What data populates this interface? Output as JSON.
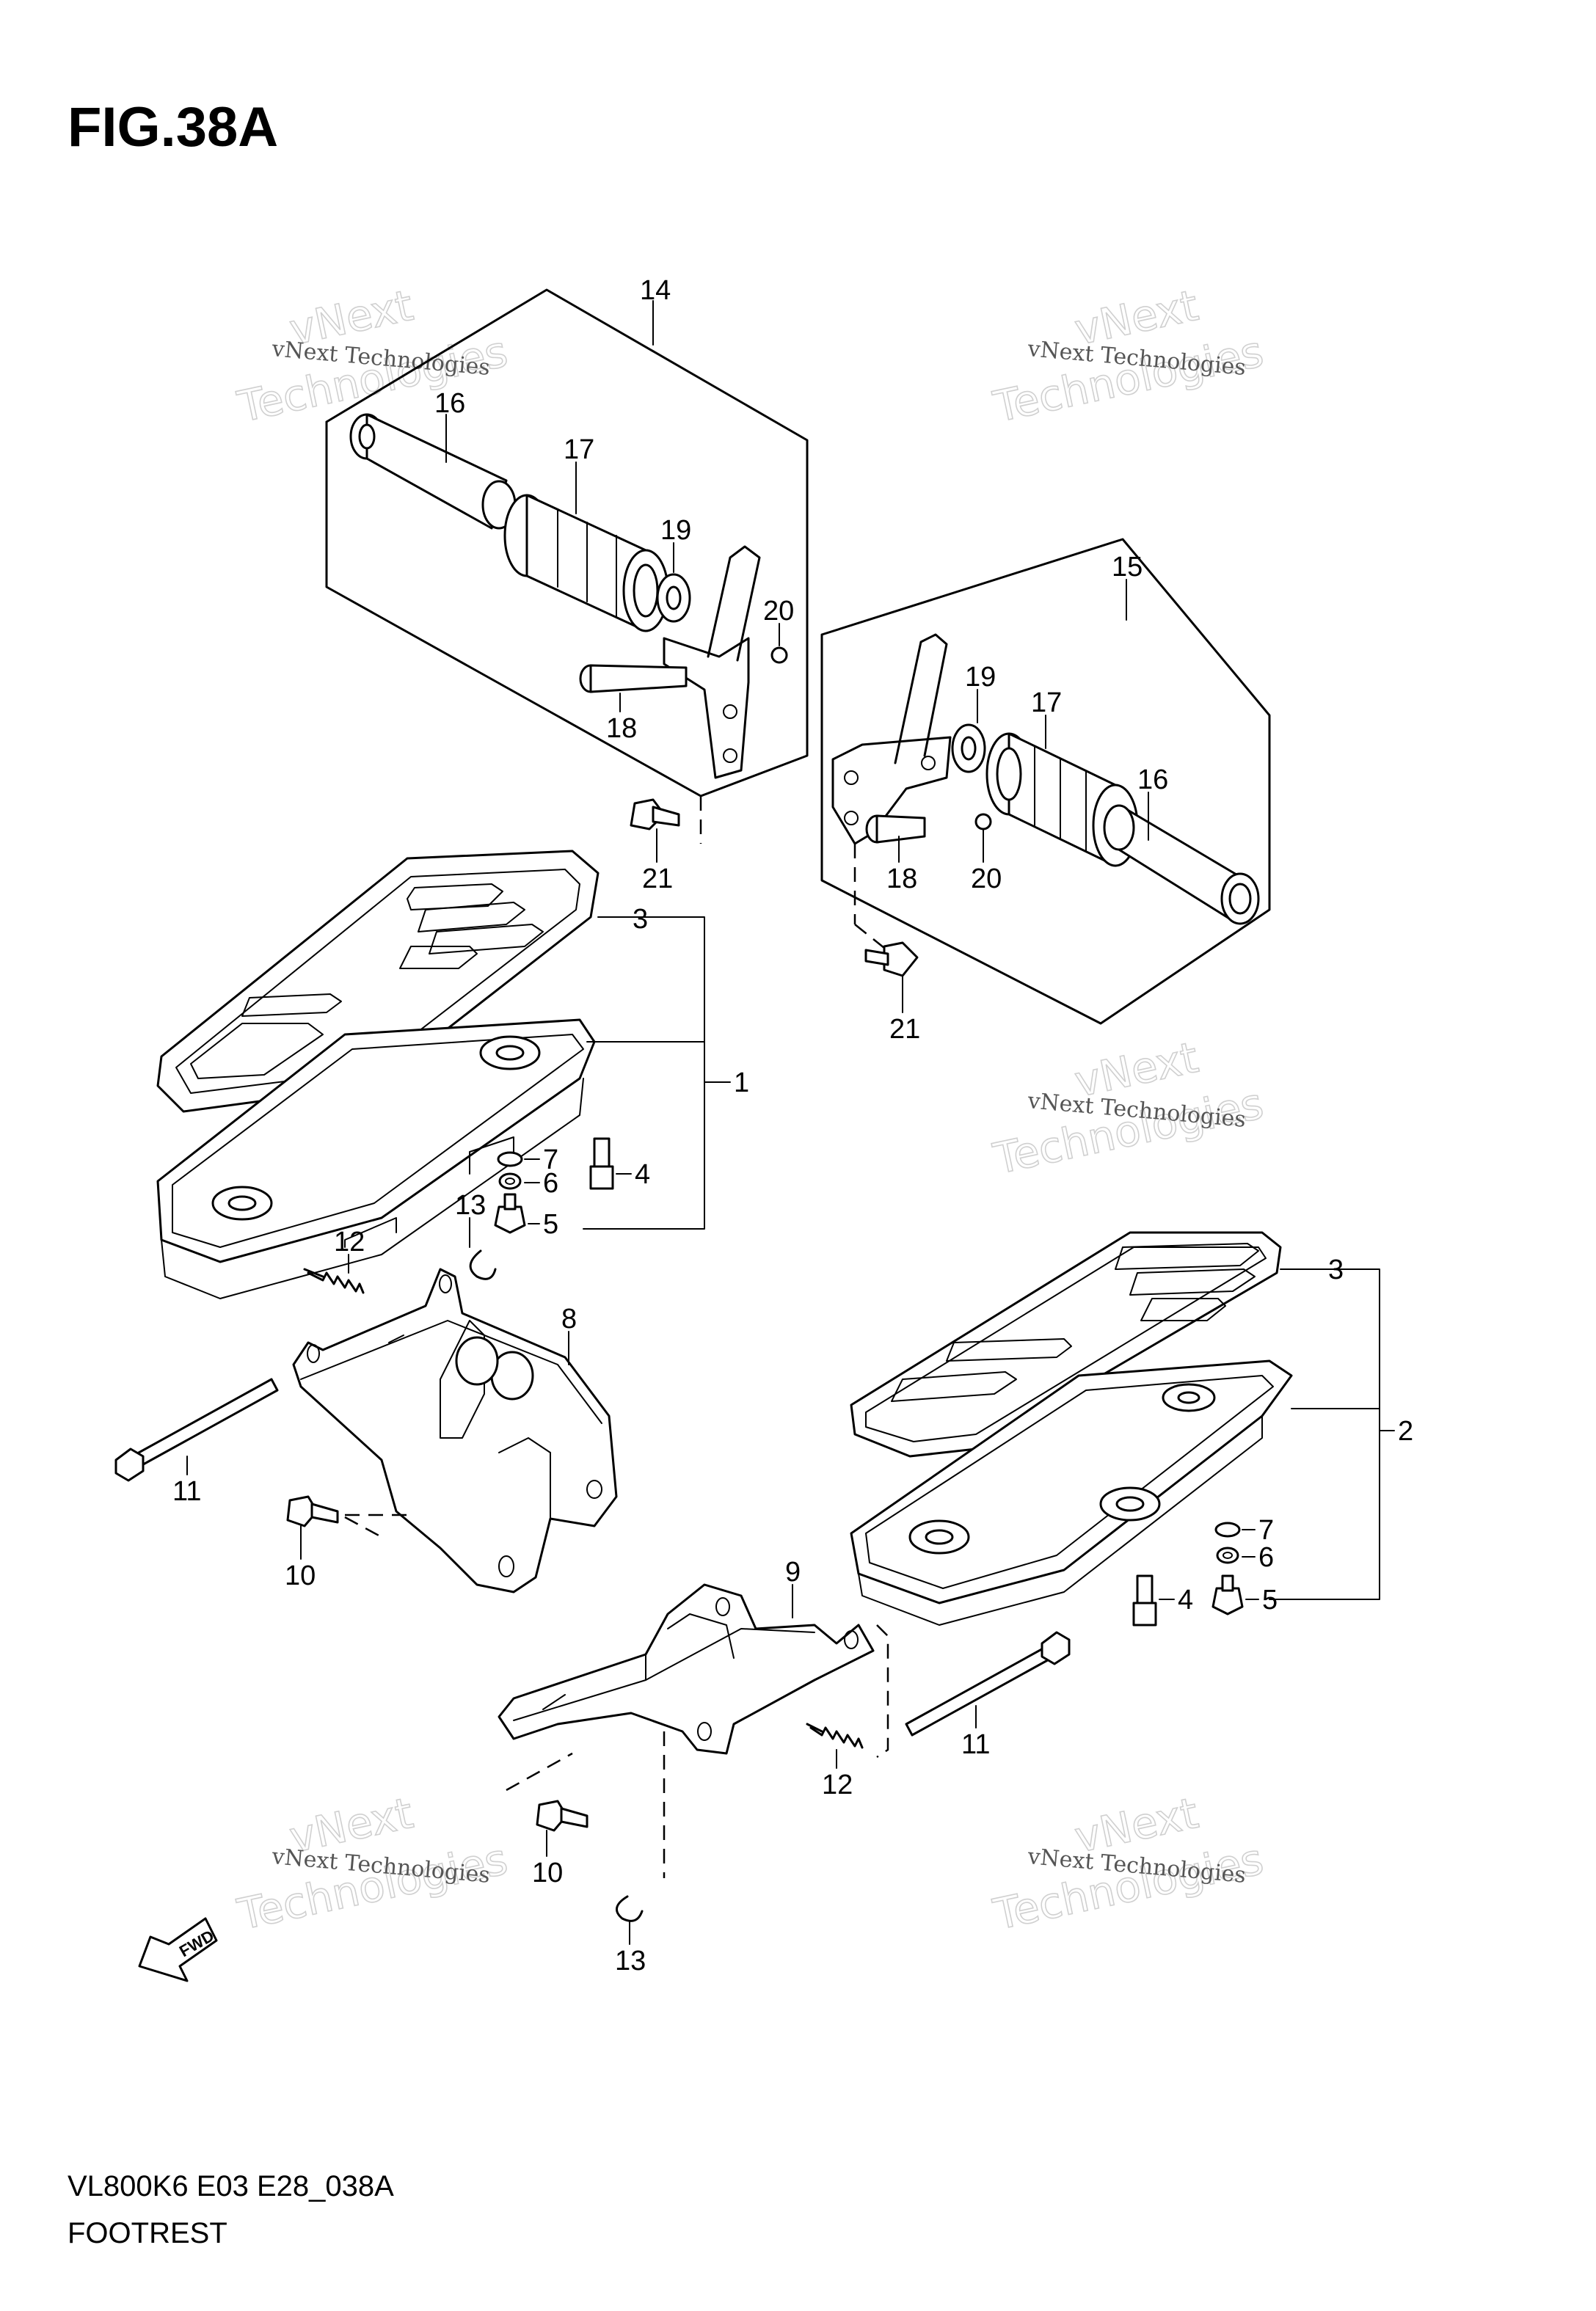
{
  "figure": {
    "title": "FIG.38A"
  },
  "footer": {
    "model_code": "VL800K6 E03 E28_038A",
    "section_name": "FOOTREST"
  },
  "watermark": {
    "line1": "vNext Technologies",
    "line2": "vNext",
    "line3": "Technologies"
  },
  "fwd_label": "FWD",
  "callouts": {
    "c1": "1",
    "c2": "2",
    "c3a": "3",
    "c3b": "3",
    "c4a": "4",
    "c4b": "4",
    "c5a": "5",
    "c5b": "5",
    "c6a": "6",
    "c6b": "6",
    "c7a": "7",
    "c7b": "7",
    "c8": "8",
    "c9": "9",
    "c10a": "10",
    "c10b": "10",
    "c11a": "11",
    "c11b": "11",
    "c12a": "12",
    "c12b": "12",
    "c13a": "13",
    "c13b": "13",
    "c14": "14",
    "c15": "15",
    "c16a": "16",
    "c16b": "16",
    "c17a": "17",
    "c17b": "17",
    "c18a": "18",
    "c18b": "18",
    "c19a": "19",
    "c19b": "19",
    "c20a": "20",
    "c20b": "20",
    "c21a": "21",
    "c21b": "21"
  }
}
